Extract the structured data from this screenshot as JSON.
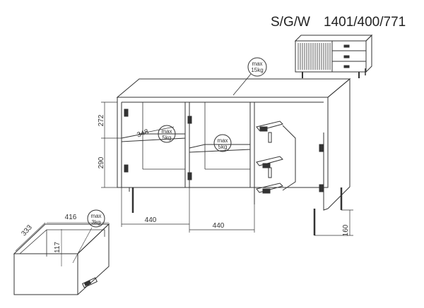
{
  "product_code": {
    "prefix": "S/G/W",
    "dimensions": "1401/400/771"
  },
  "dimensions": {
    "shelf_upper_height": "272",
    "shelf_lower_height": "290",
    "shelf_depth": "348",
    "compartment_width_left": "440",
    "compartment_width_right": "440",
    "leg_height": "160",
    "drawer_depth": "333",
    "drawer_width": "416",
    "drawer_height": "117"
  },
  "load_limits": {
    "top": {
      "line1": "max",
      "line2": "15kg"
    },
    "shelf_left": {
      "line1": "max",
      "line2": "5kg"
    },
    "shelf_right": {
      "line1": "max",
      "line2": "5kg"
    },
    "drawer": {
      "line1": "max",
      "line2": "3kg"
    }
  }
}
